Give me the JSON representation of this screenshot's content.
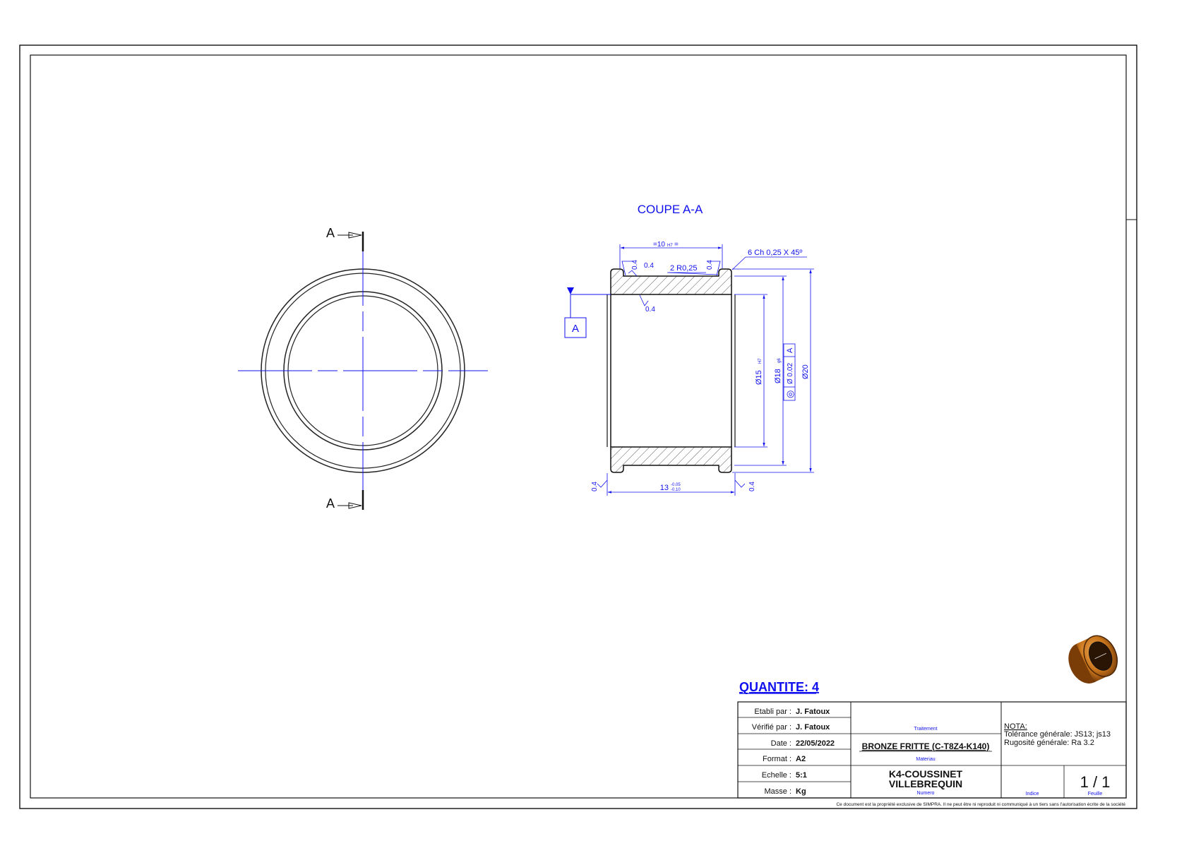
{
  "section": {
    "title": "COUPE A-A",
    "cut_label_top": "A",
    "cut_label_bottom": "A",
    "datum_label": "A"
  },
  "dims": {
    "width_nominal": "=10",
    "width_tol": "H7",
    "width_eq": "=",
    "chamfer_note": "6 Ch 0,25 X 45º",
    "fillet_note": "2 R0,25",
    "rough_1": "0.4",
    "rough_2": "0.4",
    "rough_3": "0.4",
    "rough_4": "0.4",
    "rough_5": "0.4",
    "rough_6": "0.4",
    "length_nominal": "13",
    "length_tol_upper": "-0.05",
    "length_tol_lower": "-0.10",
    "bore_dia": "Ø15",
    "bore_tol": "H7",
    "outer_dia": "Ø18",
    "outer_tol": "g6",
    "flange_dia": "Ø20",
    "fcf_symbol": "◎",
    "fcf_tolerance": "Ø 0.02",
    "fcf_datum": "A"
  },
  "quantity": "QUANTITE: 4",
  "title_block": {
    "rows": [
      {
        "label": "Etabli par :",
        "value": "J. Fatoux"
      },
      {
        "label": "Vérifié par :",
        "value": "J. Fatoux"
      },
      {
        "label": "Date :",
        "value": "22/05/2022"
      },
      {
        "label": "Format :",
        "value": "A2"
      },
      {
        "label": "Echelle :",
        "value": "5:1"
      },
      {
        "label": "Masse :",
        "value": "Kg"
      }
    ],
    "traitement_caption": "Traitement",
    "materiau_value": "BRONZE FRITTE (C-T8Z4-K140)",
    "materiau_caption": "Materiau",
    "numero_line1": "K4-COUSSINET",
    "numero_line2": "VILLEBREQUIN",
    "numero_caption": "Numero",
    "nota_title": "NOTA:",
    "nota_line1": "Tolérance générale: JS13; js13",
    "nota_line2": "Rugosité générale: Ra 3.2",
    "indice_caption": "Indice",
    "sheet_value": "1 / 1",
    "feuille_caption": "Feuille"
  },
  "footer": "Ce document est la propriété exclusive de SIMPRA. Il ne peut être ni reproduit ni communiqué à un tiers sans l'autorisation écrite de la société",
  "colors": {
    "dimension": "#1010ee",
    "outline": "#1a1a1a",
    "bronze": "#c8741a"
  }
}
